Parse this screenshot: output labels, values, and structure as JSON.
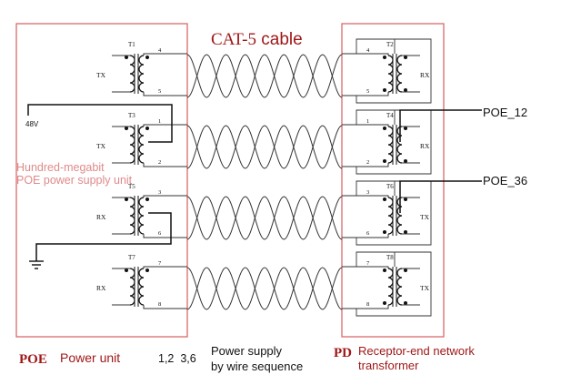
{
  "title": {
    "main": "CAT-5",
    "suffix": " cable"
  },
  "annotations": {
    "poe_unit_1": "Hundred-megabit",
    "poe_unit_2": "POE power supply unit",
    "voltage": "48V",
    "poe_12": "POE_12",
    "poe_36": "POE_36"
  },
  "left_transformers": [
    {
      "name": "T1",
      "role": "TX",
      "pin_top": "4",
      "pin_bottom": "5"
    },
    {
      "name": "T3",
      "role": "TX",
      "pin_top": "1",
      "pin_bottom": "2"
    },
    {
      "name": "T5",
      "role": "RX",
      "pin_top": "3",
      "pin_bottom": "6"
    },
    {
      "name": "T7",
      "role": "RX",
      "pin_top": "7",
      "pin_bottom": "8"
    }
  ],
  "right_transformers": [
    {
      "name": "T2",
      "role": "RX",
      "pin_top": "4",
      "pin_bottom": "5"
    },
    {
      "name": "T4",
      "role": "RX",
      "pin_top": "1",
      "pin_bottom": "2"
    },
    {
      "name": "T6",
      "role": "TX",
      "pin_top": "3",
      "pin_bottom": "6"
    },
    {
      "name": "T8",
      "role": "TX",
      "pin_top": "7",
      "pin_bottom": "8"
    }
  ],
  "footer": {
    "poe_abbr": "POE",
    "poe_label": "Power unit",
    "wire_pairs": "1,2  3,6",
    "supply_1": "Power supply",
    "supply_2": "by wire sequence",
    "pd_abbr": "PD",
    "pd_label_1": "Receptor-end network",
    "pd_label_2": "transformer"
  },
  "colors": {
    "frame": "#d86a6a",
    "accent_red": "#a01818",
    "annotation": "#e08a8a",
    "ink": "#111111"
  }
}
